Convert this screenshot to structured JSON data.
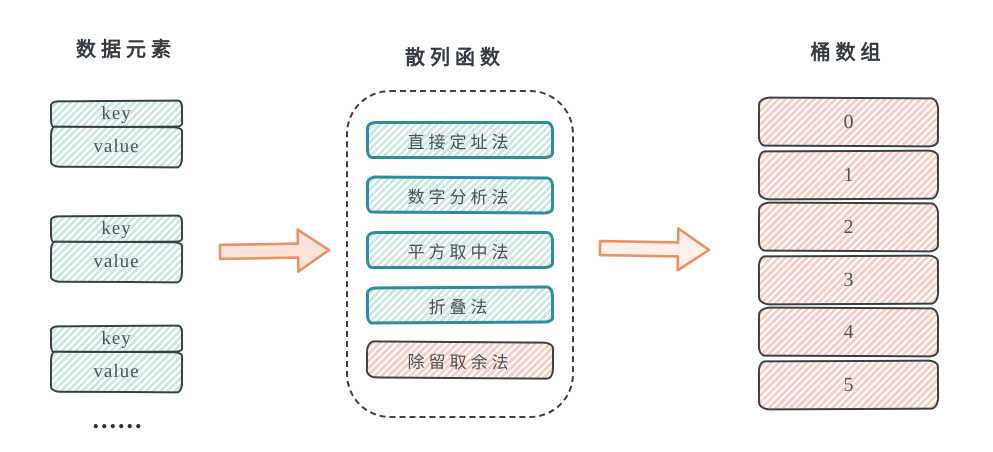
{
  "left": {
    "title": "数据元素",
    "pairs": [
      {
        "key": "key",
        "value": "value"
      },
      {
        "key": "key",
        "value": "value"
      },
      {
        "key": "key",
        "value": "value"
      }
    ],
    "ellipsis": "......"
  },
  "middle": {
    "title": "散列函数",
    "methods": [
      {
        "label": "直接定址法",
        "style": "teal"
      },
      {
        "label": "数字分析法",
        "style": "teal"
      },
      {
        "label": "平方取中法",
        "style": "teal"
      },
      {
        "label": "折叠法",
        "style": "teal"
      },
      {
        "label": "除留取余法",
        "style": "pink"
      }
    ]
  },
  "right": {
    "title": "桶数组",
    "buckets": [
      "0",
      "1",
      "2",
      "3",
      "4",
      "5"
    ]
  },
  "colors": {
    "teal_border": "#2e8c9e",
    "teal_hatch": "#cfe8e2",
    "pink_hatch": "#f8d0c7",
    "dark_stroke": "#3b4045",
    "arrow_orange": "#e99266",
    "arrow_fill": "#fbe3da",
    "title_text": "#353b41"
  }
}
